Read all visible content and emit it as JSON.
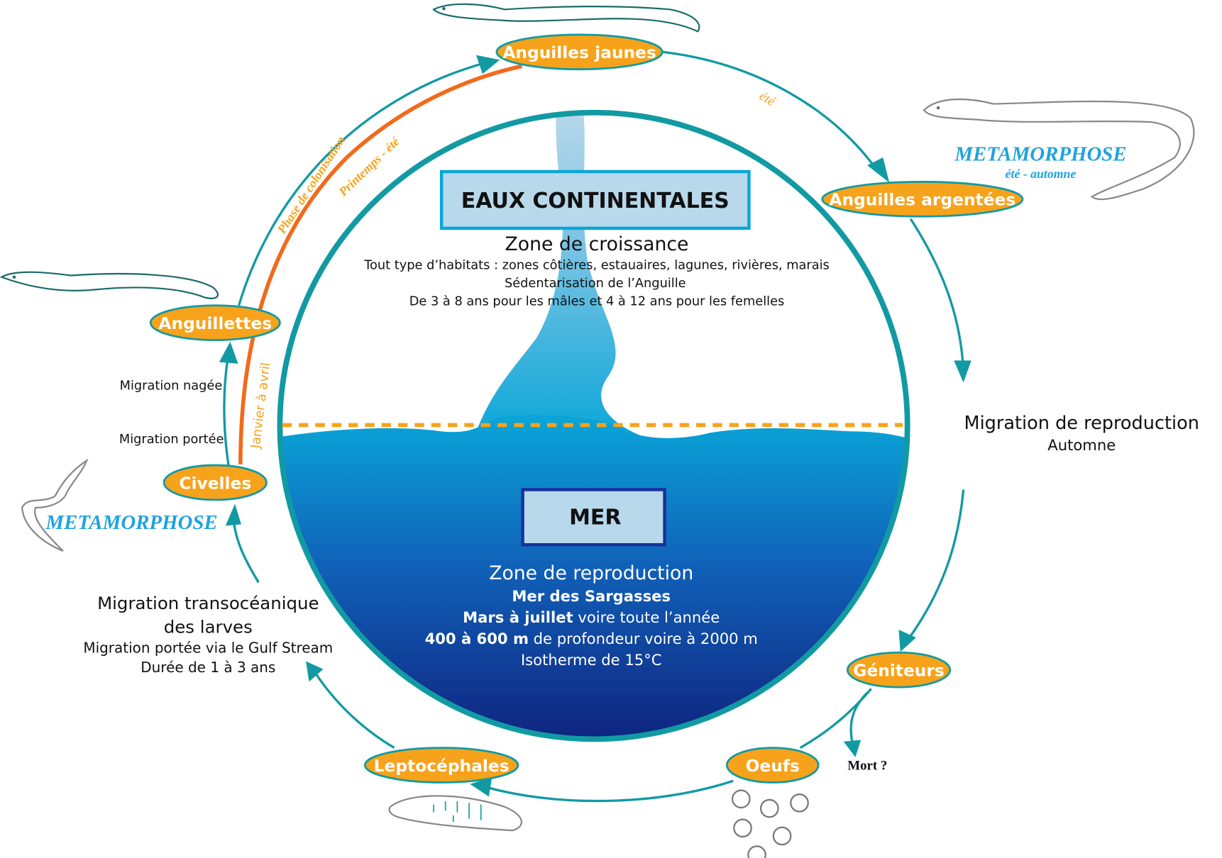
{
  "colors": {
    "accent_teal": "#129aa3",
    "orange": "#f7a21b",
    "orange_line": "#f26a1b",
    "sea_top": "#0aa6d8",
    "sea_bottom": "#0f1f7a",
    "box_fill": "#b8d8ec"
  },
  "continental": {
    "title": "EAUX CONTINENTALES",
    "zone": "Zone de croissance",
    "line1": "Tout type d’habitats : zones côtières, estauaires, lagunes, rivières, marais",
    "line2": "Sédentarisation de l’Anguille",
    "line3": "De 3 à 8 ans pour les mâles et 4 à 12 ans pour les femelles"
  },
  "sea": {
    "title": "MER",
    "zone": "Zone de reproduction",
    "place": "Mer des Sargasses",
    "period_bold": "Mars à juillet",
    "period_rest": " voire toute l’année",
    "depth_bold": "400 à 600 m",
    "depth_rest": " de profondeur voire à 2000 m",
    "iso": "Isotherme de 15°C"
  },
  "stages": {
    "jaunes": "Anguilles jaunes",
    "argentees": "Anguilles argentées",
    "geniteurs": "Géniteurs",
    "oeufs": "Oeufs",
    "lepto": "Leptocéphales",
    "civelles": "Civelles",
    "anguillettes": "Anguillettes"
  },
  "annotations": {
    "ete": "été",
    "meta_right": "METAMORPHOSE",
    "meta_right_sub": "été - automne",
    "repro_title": "Migration de reproduction",
    "repro_sub": "Automne",
    "mort": "Mort ?",
    "trans1": "Migration transocéanique",
    "trans2": "des larves",
    "trans3": "Migration portée via le Gulf Stream",
    "trans4": "Durée de 1 à 3 ans",
    "meta_left": "METAMORPHOSE",
    "mig_nagee": "Migration nagée",
    "mig_portee": "Migration portée",
    "janvier": "Janvier à avril",
    "colonisation": "Phase de colonisation",
    "printemps": "Printemps - été"
  }
}
